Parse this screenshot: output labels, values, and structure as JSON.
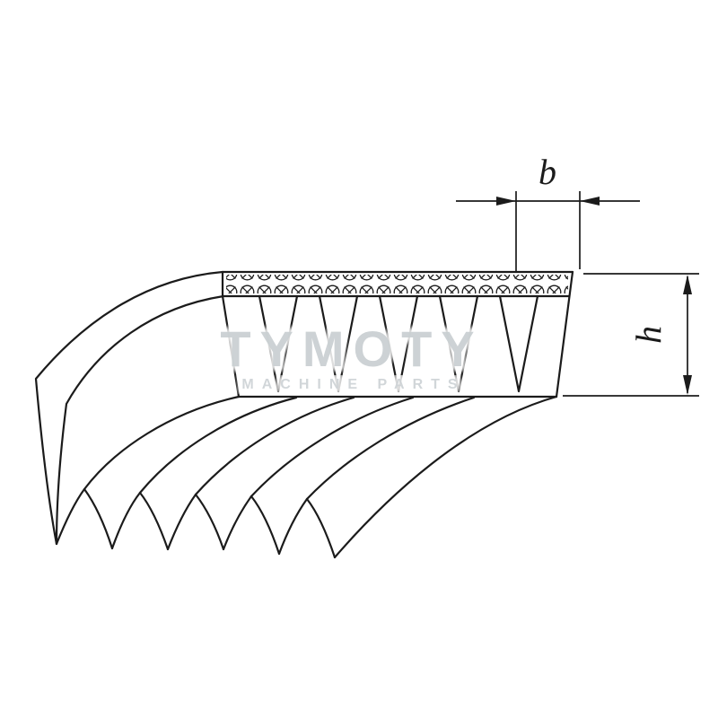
{
  "diagram": {
    "dim_b": {
      "label": "b"
    },
    "dim_h": {
      "label": "h"
    },
    "watermark": {
      "title": "TYMOTY",
      "subtitle": "MACHINE PARTS"
    },
    "colors": {
      "line": "#1b1b1b",
      "watermark_title": "#c9cfd2",
      "watermark_subtitle": "#ced3d6",
      "background": "#ffffff"
    }
  }
}
